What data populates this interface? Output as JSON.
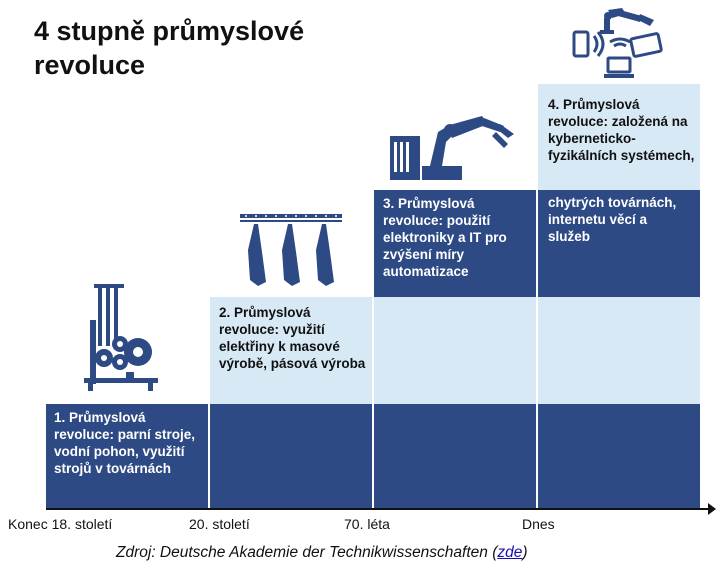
{
  "title": "4 stupně průmyslové revoluce",
  "stages": [
    {
      "label_light": "",
      "label_dark": "1. Průmyslová revoluce: parní stroje, vodní pohon, využití strojů v továrnách"
    },
    {
      "label_light": "2. Průmyslová revoluce: využití elektřiny k masové výrobě, pásová výroba",
      "label_dark": ""
    },
    {
      "label_light": "",
      "label_dark": "3. Průmyslová revoluce: použití elektroniky a IT pro zvýšení míry automatizace"
    },
    {
      "label_light": "4. Průmyslová revoluce: založená na kyberneticko-fyzikálních systémech,",
      "label_dark": "chytrých továrnách, internetu věcí a služeb"
    }
  ],
  "axis": {
    "ticks": [
      "Konec 18. století",
      "20. století",
      "70. léta",
      "Dnes"
    ]
  },
  "source": {
    "prefix": "Zdroj: Deutsche Akademie der Technikwissenschaften (",
    "link": "zde",
    "suffix": ")"
  },
  "icons": [
    "steam-engine-icon",
    "conveyor-line-icon",
    "robot-arm-icon",
    "connected-devices-icon"
  ],
  "colors": {
    "dark": "#2d4a85",
    "light": "#d8e9f6"
  }
}
